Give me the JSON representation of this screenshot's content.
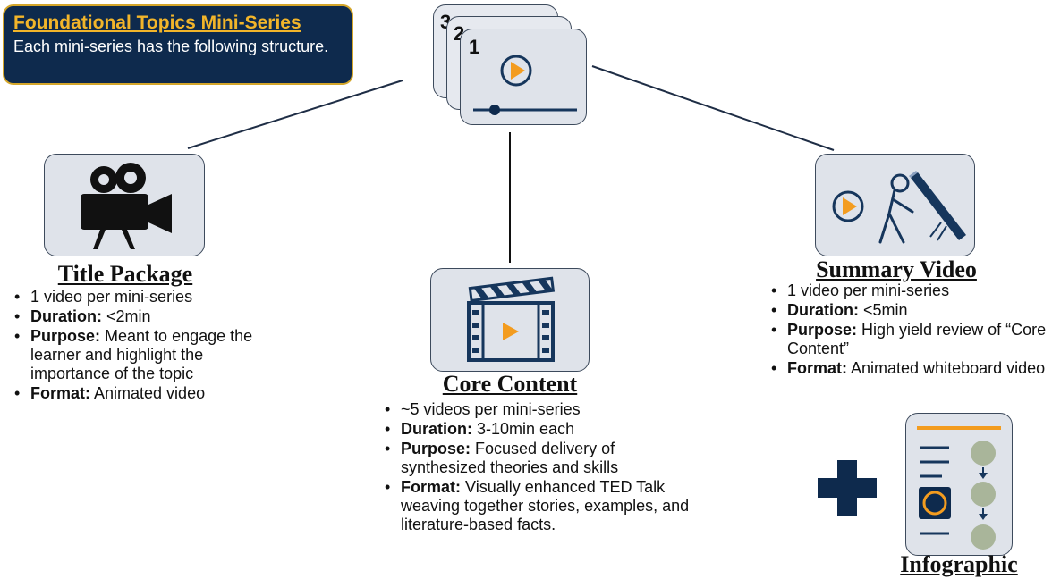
{
  "header": {
    "title": "Foundational Topics Mini-Series",
    "subtitle": "Each mini-series has the following structure."
  },
  "stack_cards": [
    "3",
    "2",
    "1"
  ],
  "colors": {
    "navy": "#0e2a4d",
    "gold": "#f2b52a",
    "orange": "#f39c1f",
    "card": "#dfe3ea"
  },
  "sections": {
    "title_package": {
      "title": "Title Package",
      "icon": "video-camera-icon",
      "bullets": [
        {
          "label": "",
          "text": "1 video per mini-series"
        },
        {
          "label": "Duration:",
          "text": "<2min"
        },
        {
          "label": "Purpose:",
          "text": "Meant to engage the learner and highlight the importance of the topic"
        },
        {
          "label": "Format:",
          "text": "Animated video"
        }
      ]
    },
    "core_content": {
      "title": "Core Content",
      "icon": "clapperboard-icon",
      "bullets": [
        {
          "label": "",
          "text": "~5 videos per mini-series"
        },
        {
          "label": "Duration:",
          "text": "3-10min each"
        },
        {
          "label": "Purpose:",
          "text": "Focused delivery of synthesized theories and skills"
        },
        {
          "label": "Format:",
          "text": "Visually enhanced TED Talk weaving together stories, examples, and literature-based facts."
        }
      ]
    },
    "summary_video": {
      "title": "Summary Video",
      "icon": "whiteboard-icon",
      "bullets": [
        {
          "label": "",
          "text": "1 video per mini-series"
        },
        {
          "label": "Duration:",
          "text": "<5min"
        },
        {
          "label": "Purpose:",
          "text": "High yield review of “Core Content”"
        },
        {
          "label": "Format:",
          "text": "Animated whiteboard video"
        }
      ]
    },
    "infographic": {
      "title": "Infographic",
      "icon": "infographic-icon"
    }
  }
}
